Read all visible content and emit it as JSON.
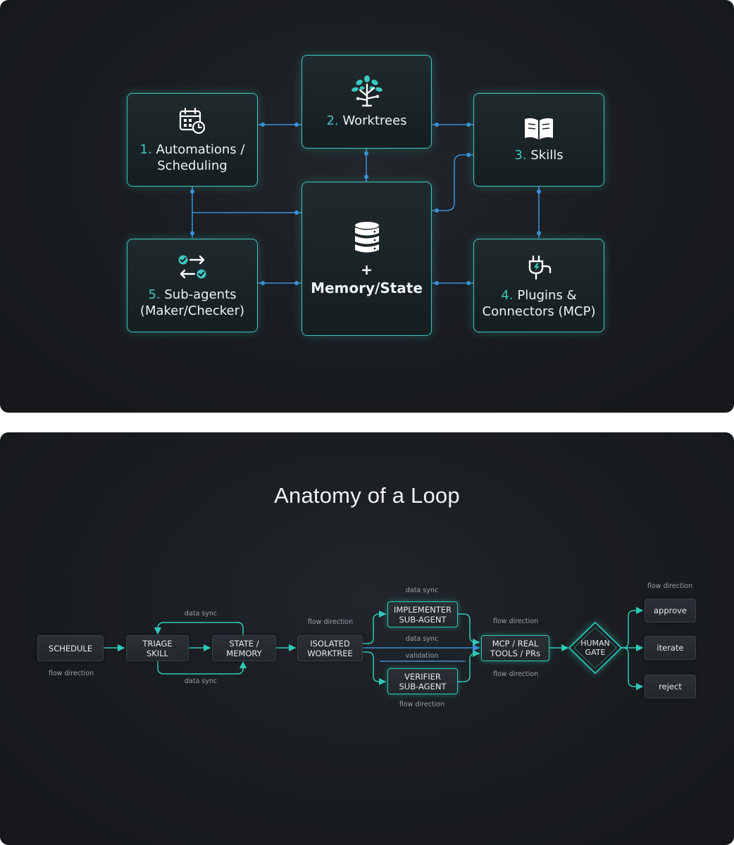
{
  "overview": {
    "cards": [
      {
        "id": "automations",
        "num": "1.",
        "text": "Automations /\nScheduling",
        "icon": "calendar-clock-icon"
      },
      {
        "id": "worktrees",
        "num": "2.",
        "text": "Worktrees",
        "icon": "tree-circuit-icon"
      },
      {
        "id": "skills",
        "num": "3.",
        "text": "Skills",
        "icon": "open-book-icon"
      },
      {
        "id": "plugins",
        "num": "4.",
        "text": "Plugins &\nConnectors (MCP)",
        "icon": "plug-icon"
      },
      {
        "id": "subagents",
        "num": "5.",
        "text": "Sub-agents\n(Maker/Checker)",
        "icon": "swap-check-icon"
      }
    ],
    "center": {
      "plus": "+",
      "text": "Memory/State",
      "icon": "database-icon"
    }
  },
  "loop": {
    "title": "Anatomy of a Loop",
    "nodes": {
      "schedule": "SCHEDULE",
      "triage": "TRIAGE\nSKILL",
      "state": "STATE /\nMEMORY",
      "worktree": "ISOLATED\nWORKTREE",
      "implementer": "IMPLEMENTER\nSUB-AGENT",
      "verifier": "VERIFIER\nSUB-AGENT",
      "mcp": "MCP / REAL\nTOOLS / PRs",
      "gate": "HUMAN\nGATE",
      "approve": "approve",
      "iterate": "iterate",
      "reject": "reject"
    },
    "tags": {
      "flow_schedule": "flow direction",
      "sync_top": "data sync",
      "sync_bottom": "data sync",
      "flow_worktree": "flow direction",
      "sync_impl_top": "data sync",
      "sync_mid": "data sync",
      "validation": "validation",
      "flow_verifier": "flow direction",
      "flow_mcp_top": "flow direction",
      "flow_mcp_bottom": "flow direction",
      "flow_outcomes": "flow direction"
    },
    "colors": {
      "line_teal": "#2fc9b8",
      "line_blue": "#3a8fd6"
    }
  }
}
